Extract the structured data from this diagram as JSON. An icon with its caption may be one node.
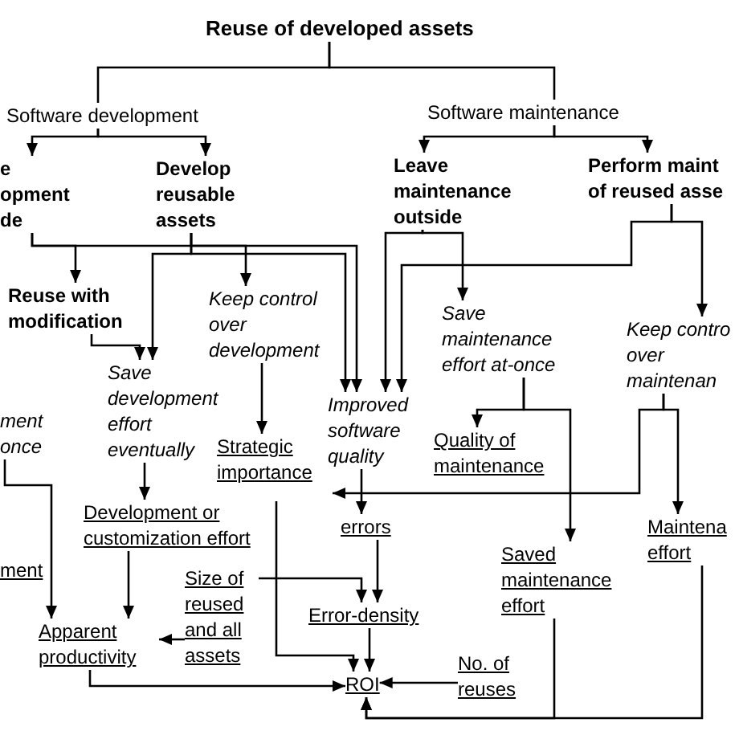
{
  "diagram": {
    "nodes": [
      {
        "text": [
          "Reuse of developed assets"
        ]
      },
      {
        "text": [
          "Software development"
        ]
      },
      {
        "text": [
          "Software maintenance"
        ]
      },
      {
        "text": [
          "e opment de"
        ]
      },
      {
        "text": [
          "Develop reusable assets"
        ]
      },
      {
        "text": [
          "Leave maintenance outside"
        ]
      },
      {
        "text": [
          "Perform maint of reused asse"
        ]
      },
      {
        "text": [
          "Reuse with modification"
        ]
      },
      {
        "text": [
          "Keep control over development"
        ]
      },
      {
        "text": [
          "Save development effort eventually"
        ]
      },
      {
        "text": [
          "ment once"
        ]
      },
      {
        "text": [
          "Strategic importance"
        ]
      },
      {
        "text": [
          "Improved software quality"
        ]
      },
      {
        "text": [
          "Save maintenance effort at-once"
        ]
      },
      {
        "text": [
          "Quality of maintenance"
        ]
      },
      {
        "text": [
          "Keep contro over maintenan"
        ]
      },
      {
        "text": [
          "Development or customization effort"
        ]
      },
      {
        "text": [
          "errors"
        ]
      },
      {
        "text": [
          "Saved maintenance effort"
        ]
      },
      {
        "text": [
          "Maintena effort"
        ]
      },
      {
        "text": [
          "ment"
        ]
      },
      {
        "text": [
          "Size of reused and all assets"
        ]
      },
      {
        "text": [
          "Error-density"
        ]
      },
      {
        "text": [
          "Apparent productivity"
        ]
      },
      {
        "text": [
          "No. of reuses"
        ]
      },
      {
        "text": [
          "ROI"
        ]
      }
    ],
    "edges": [
      {
        "from": 0,
        "to": 1,
        "arrow": "none"
      },
      {
        "from": 0,
        "to": 2,
        "arrow": "none"
      },
      {
        "from": 1,
        "to": 3,
        "arrow": "to"
      },
      {
        "from": 1,
        "to": 4,
        "arrow": "to"
      },
      {
        "from": 2,
        "to": 5,
        "arrow": "to"
      },
      {
        "from": 2,
        "to": 6,
        "arrow": "to"
      },
      {
        "from": 3,
        "to": 7,
        "arrow": "to"
      },
      {
        "from": 3,
        "to": 12,
        "arrow": "to"
      },
      {
        "from": 4,
        "to": 8,
        "arrow": "to"
      },
      {
        "from": 4,
        "to": 9,
        "arrow": "to"
      },
      {
        "from": 4,
        "to": 12,
        "arrow": "to"
      },
      {
        "from": 5,
        "to": 13,
        "arrow": "to"
      },
      {
        "from": 5,
        "to": 12,
        "arrow": "to"
      },
      {
        "from": 6,
        "to": 15,
        "arrow": "to"
      },
      {
        "from": 6,
        "to": 12,
        "arrow": "to"
      },
      {
        "from": 7,
        "to": 9,
        "arrow": "to"
      },
      {
        "from": 8,
        "to": 11,
        "arrow": "to"
      },
      {
        "from": 9,
        "to": 16,
        "arrow": "to"
      },
      {
        "from": 10,
        "to": 23,
        "arrow": "to"
      },
      {
        "from": 16,
        "to": 23,
        "arrow": "to"
      },
      {
        "from": 21,
        "to": 23,
        "arrow": "to"
      },
      {
        "from": 21,
        "to": 22,
        "arrow": "to"
      },
      {
        "from": 23,
        "to": 25,
        "arrow": "to"
      },
      {
        "from": 11,
        "to": 25,
        "arrow": "to"
      },
      {
        "from": 12,
        "to": 17,
        "arrow": "to"
      },
      {
        "from": 17,
        "to": 22,
        "arrow": "to"
      },
      {
        "from": 22,
        "to": 25,
        "arrow": "to"
      },
      {
        "from": 24,
        "to": 25,
        "arrow": "to"
      },
      {
        "from": 13,
        "to": 14,
        "arrow": "to"
      },
      {
        "from": 13,
        "to": 18,
        "arrow": "to"
      },
      {
        "from": 15,
        "to": 19,
        "arrow": "to"
      },
      {
        "from": 15,
        "to": 11,
        "arrow": "to"
      },
      {
        "from": 18,
        "to": 25,
        "arrow": "to"
      },
      {
        "from": 19,
        "to": 25,
        "arrow": "to"
      }
    ]
  }
}
